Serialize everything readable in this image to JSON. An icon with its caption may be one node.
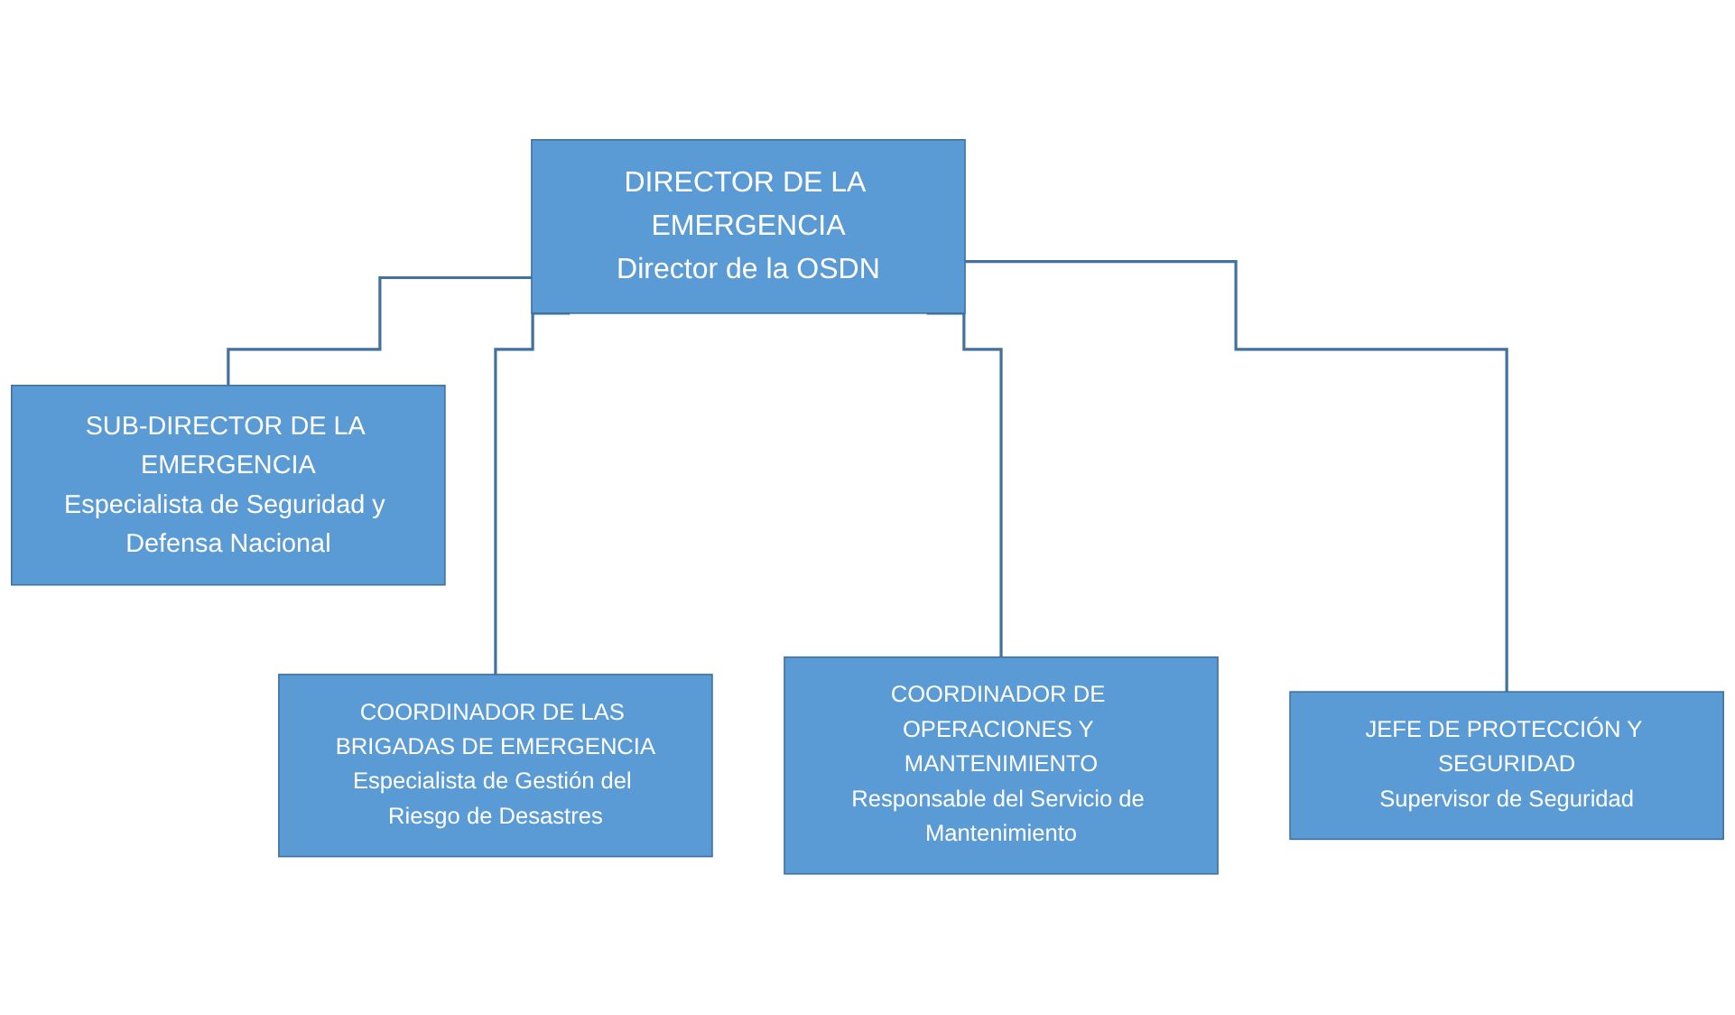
{
  "diagram": {
    "nodes": [
      {
        "text": [
          "DIRECTOR DE LA EMERGENCIA",
          "Director de la OSDN"
        ]
      },
      {
        "text": [
          "SUB-DIRECTOR DE LA EMERGENCIA",
          "Especialista de Seguridad y Defensa Nacional"
        ]
      },
      {
        "text": [
          "COORDINADOR DE LAS BRIGADAS DE EMERGENCIA",
          "Especialista de Gestión del Riesgo de Desastres"
        ]
      },
      {
        "text": [
          "COORDINADOR DE OPERACIONES Y MANTENIMIENTO",
          "Responsable del Servicio de Mantenimiento"
        ]
      },
      {
        "text": [
          "JEFE DE PROTECCIÓN Y SEGURIDAD",
          "Supervisor de Seguridad"
        ]
      }
    ],
    "edges": [
      {
        "from": 0,
        "to": 1,
        "arrow": "none"
      },
      {
        "from": 0,
        "to": 2,
        "arrow": "none"
      },
      {
        "from": 0,
        "to": 3,
        "arrow": "none"
      },
      {
        "from": 0,
        "to": 4,
        "arrow": "none"
      }
    ]
  }
}
